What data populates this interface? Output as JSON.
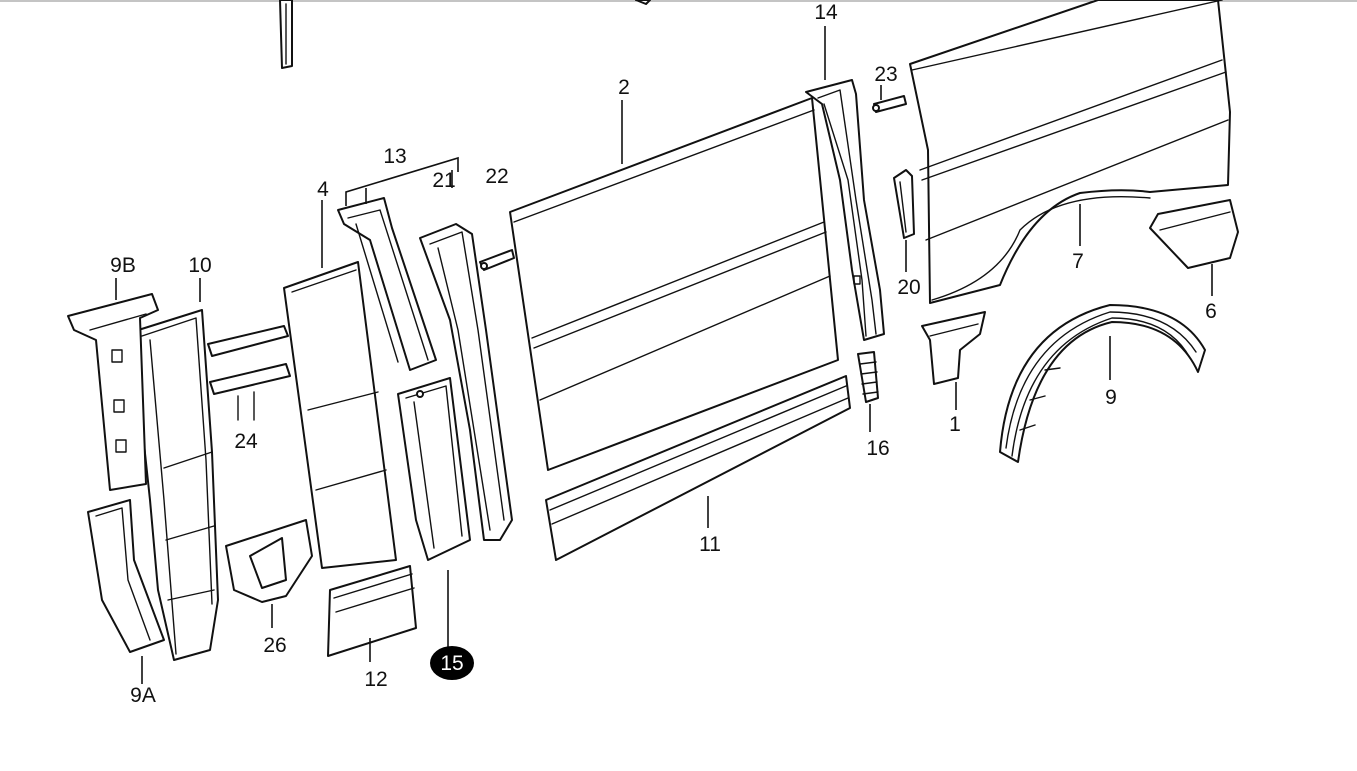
{
  "diagram": {
    "callouts": [
      {
        "id": "c14",
        "label": "14"
      },
      {
        "id": "c23",
        "label": "23"
      },
      {
        "id": "c2",
        "label": "2"
      },
      {
        "id": "c13",
        "label": "13"
      },
      {
        "id": "c21",
        "label": "21"
      },
      {
        "id": "c22",
        "label": "22"
      },
      {
        "id": "c4",
        "label": "4"
      },
      {
        "id": "c9B",
        "label": "9B"
      },
      {
        "id": "c10",
        "label": "10"
      },
      {
        "id": "c24",
        "label": "24"
      },
      {
        "id": "c7",
        "label": "7"
      },
      {
        "id": "c20",
        "label": "20"
      },
      {
        "id": "c6",
        "label": "6"
      },
      {
        "id": "c1",
        "label": "1"
      },
      {
        "id": "c9",
        "label": "9"
      },
      {
        "id": "c16",
        "label": "16"
      },
      {
        "id": "c11",
        "label": "11"
      },
      {
        "id": "c26",
        "label": "26"
      },
      {
        "id": "c12",
        "label": "12"
      },
      {
        "id": "c9A",
        "label": "9A"
      }
    ],
    "highlighted": {
      "label": "15",
      "color": "#000000",
      "text_color": "#ffffff"
    }
  }
}
